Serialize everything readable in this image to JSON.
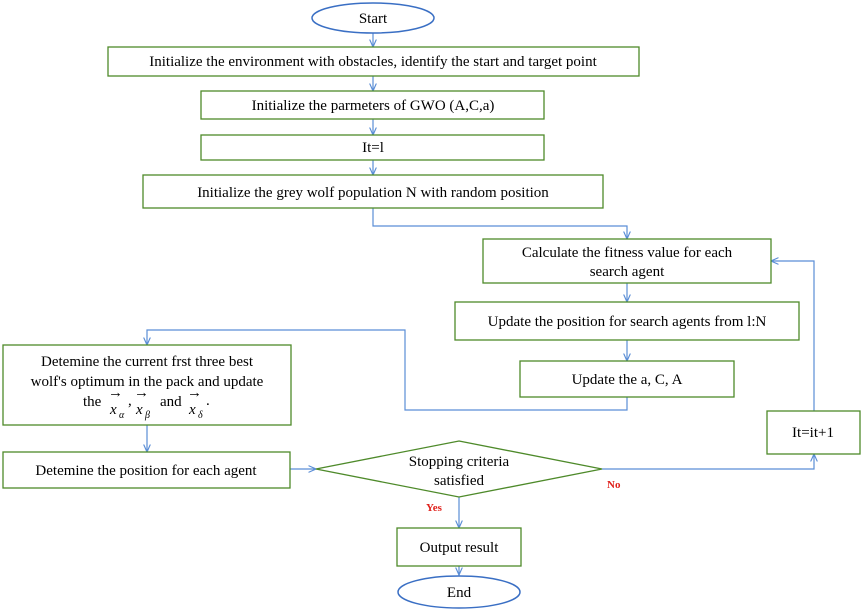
{
  "nodes": {
    "start": "Start",
    "init_env": "Initialize the environment with obstacles, identify the start and target point",
    "init_params": "Initialize the parmeters of GWO (A,C,a)",
    "it_init": "It=l",
    "init_pop": "Initialize the grey wolf population N with random position",
    "fitness_line1": "Calculate the fitness value for each",
    "fitness_line2": "search agent",
    "update_pos": "Update the position for search agents from l:N",
    "update_aca": "Update the a, C, A",
    "best_line1": "Detemine the current frst three best",
    "best_line2": "wolf's optimum in the pack and update",
    "best_the": "the",
    "best_comma": ",",
    "best_and": "and",
    "best_period": ".",
    "vec_x": "x",
    "vec_alpha": "α",
    "vec_beta": "β",
    "vec_delta": "δ",
    "agent_pos": "Detemine the position for each agent",
    "stop_line1": "Stopping criteria",
    "stop_line2": "satisfied",
    "it_inc": "It=it+1",
    "output": "Output result",
    "end": "End"
  },
  "edge_labels": {
    "yes": "Yes",
    "no": "No"
  },
  "colors": {
    "box_border": "#4e8a2a",
    "ellipse_border": "#3a6fc4",
    "connector": "#5b8ed6",
    "yes_no": "#e0201b"
  }
}
